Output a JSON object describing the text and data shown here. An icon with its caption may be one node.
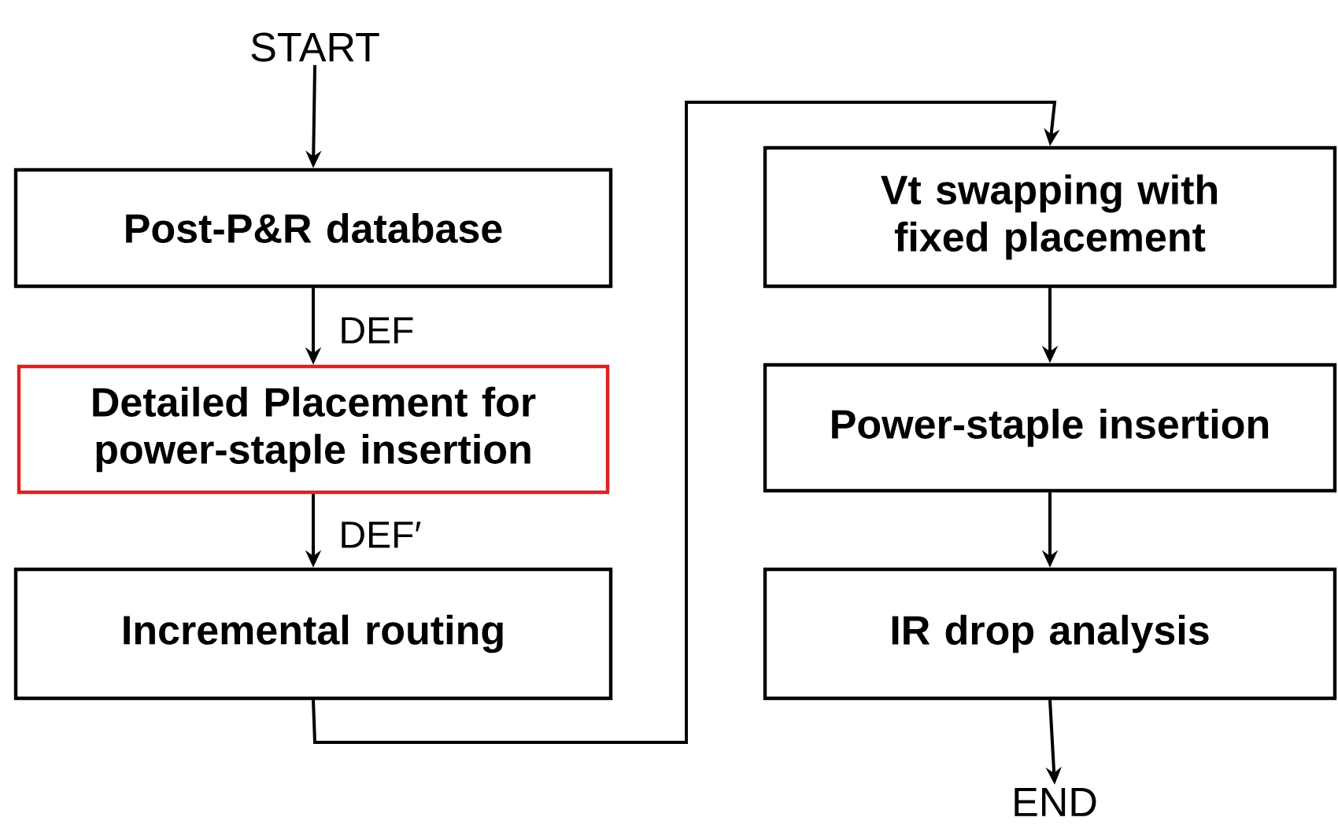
{
  "diagram": {
    "nodes": [
      {
        "text": [
          "START"
        ]
      },
      {
        "text": [
          "Post-P&R database"
        ]
      },
      {
        "text": [
          "Detailed Placement for power-staple insertion"
        ]
      },
      {
        "text": [
          "Incremental routing"
        ]
      },
      {
        "text": [
          "Vt swapping with fixed placement"
        ]
      },
      {
        "text": [
          "Power-staple insertion"
        ]
      },
      {
        "text": [
          "IR drop analysis"
        ]
      },
      {
        "text": [
          "END"
        ]
      }
    ],
    "edges": [
      {
        "from": 0,
        "to": 1,
        "arrow": "to"
      },
      {
        "from": 1,
        "to": 2,
        "arrow": "to",
        "label": "DEF"
      },
      {
        "from": 2,
        "to": 3,
        "arrow": "to",
        "label": "DEF′"
      },
      {
        "from": 3,
        "to": 4,
        "arrow": "to"
      },
      {
        "from": 4,
        "to": 5,
        "arrow": "to"
      },
      {
        "from": 5,
        "to": 6,
        "arrow": "to"
      },
      {
        "from": 6,
        "to": 7,
        "arrow": "to"
      }
    ]
  }
}
